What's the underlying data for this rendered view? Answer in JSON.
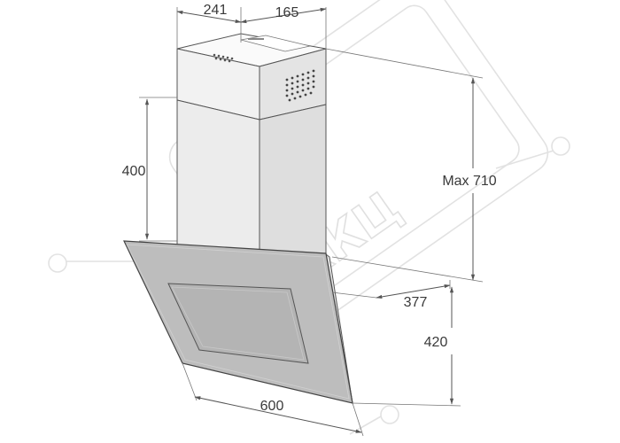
{
  "diagram": {
    "dimensions": {
      "top_depth": "241",
      "top_width": "165",
      "chimney_height": "400",
      "max_height": "Max 710",
      "canopy_depth": "377",
      "canopy_height": "420",
      "width": "600"
    },
    "watermark": "ККЦ",
    "colors": {
      "line": "#555555",
      "panel": "#bdbdbd",
      "watermark": "#e2e2e2"
    }
  }
}
